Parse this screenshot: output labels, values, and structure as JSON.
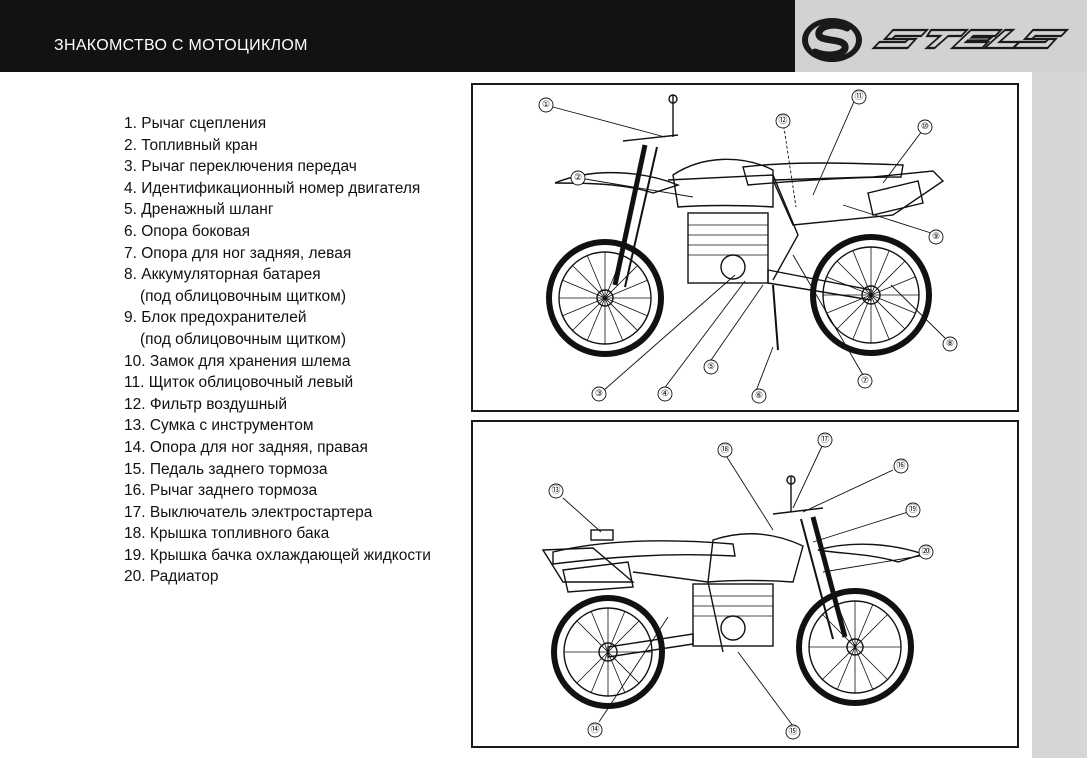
{
  "header": {
    "title": "ЗНАКОМСТВО С МОТОЦИКЛОМ",
    "brand": "STELS"
  },
  "legend": [
    {
      "text": "1. Рычаг сцепления"
    },
    {
      "text": "2. Топливный кран"
    },
    {
      "text": "3. Рычаг переключения передач"
    },
    {
      "text": "4. Идентификационный номер двигателя"
    },
    {
      "text": "5. Дренажный шланг"
    },
    {
      "text": "6. Опора боковая"
    },
    {
      "text": "7. Опора для ног задняя, левая"
    },
    {
      "text": "8. Аккумуляторная батарея",
      "sub": "(под облицовочным щитком)"
    },
    {
      "text": "9. Блок предохранителей",
      "sub": "(под облицовочным щитком)"
    },
    {
      "text": "10. Замок для хранения шлема"
    },
    {
      "text": "11. Щиток облицовочный левый"
    },
    {
      "text": "12. Фильтр воздушный"
    },
    {
      "text": "13. Сумка с инструментом"
    },
    {
      "text": "14. Опора для ног задняя, правая"
    },
    {
      "text": "15. Педаль заднего тормоза"
    },
    {
      "text": "16. Рычаг заднего тормоза"
    },
    {
      "text": "17. Выключатель электростартера"
    },
    {
      "text": "18. Крышка топливного бака"
    },
    {
      "text": "19. Крышка бачка охлаждающей жидкости"
    },
    {
      "text": "20. Радиатор"
    }
  ],
  "diagram_left": {
    "callouts": [
      "①",
      "②",
      "③",
      "④",
      "⑤",
      "⑥",
      "⑦",
      "⑧",
      "⑨",
      "⑩",
      "⑪",
      "⑫"
    ]
  },
  "diagram_right": {
    "callouts": [
      "⑬",
      "⑭",
      "⑮",
      "⑯",
      "⑰",
      "⑱",
      "⑲",
      "⑳"
    ]
  }
}
